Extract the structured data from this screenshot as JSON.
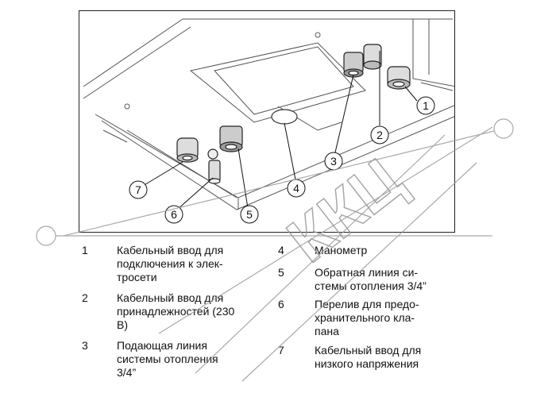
{
  "callouts": [
    "1",
    "2",
    "3",
    "4",
    "5",
    "6",
    "7"
  ],
  "legend": {
    "left": [
      {
        "num": "1",
        "lines": [
          "Кабельный ввод для",
          "подключения к элек-",
          "тросети"
        ]
      },
      {
        "num": "2",
        "lines": [
          "Кабельный ввод для",
          "принадлежностей (230",
          "В)"
        ]
      },
      {
        "num": "3",
        "lines": [
          "Подающая линия",
          "системы отопления",
          "3/4”"
        ]
      }
    ],
    "right": [
      {
        "num": "4",
        "lines": [
          "Манометр"
        ]
      },
      {
        "num": "5",
        "lines": [
          "Обратная линия си-",
          "стемы отопления 3/4”"
        ]
      },
      {
        "num": "6",
        "lines": [
          "Перелив для предо-",
          "хранительного кла-",
          "пана"
        ]
      },
      {
        "num": "7",
        "lines": [
          "Кабельный ввод для",
          "низкого напряжения"
        ]
      }
    ]
  },
  "watermark": {
    "text": "ККЦ"
  }
}
